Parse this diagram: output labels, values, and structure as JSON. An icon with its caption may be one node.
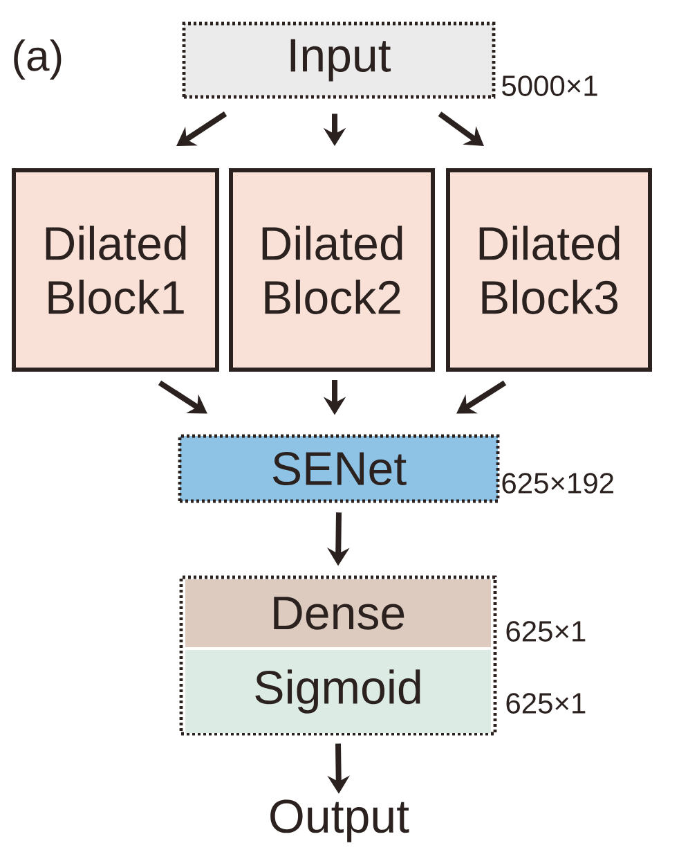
{
  "diagram": {
    "nodes": [
      {
        "text": [
          "Input"
        ],
        "beside": [
          "5000×1"
        ]
      },
      {
        "text": [
          "Dilated Block1"
        ]
      },
      {
        "text": [
          "Dilated Block2"
        ]
      },
      {
        "text": [
          "Dilated Block3"
        ]
      },
      {
        "text": [
          "SENet"
        ],
        "beside": [
          "625×192"
        ]
      },
      {
        "text": [],
        "shape": "box"
      },
      {
        "text": [
          "Dense"
        ],
        "in": 5,
        "beside": [
          "625×1"
        ]
      },
      {
        "text": [
          "Sigmoid"
        ],
        "in": 5,
        "beside": [
          "625×1"
        ]
      },
      {
        "text": [
          "Output"
        ]
      }
    ],
    "edges": [
      {
        "from": 0,
        "to": 1,
        "arrow": "to"
      },
      {
        "from": 0,
        "to": 2,
        "arrow": "to"
      },
      {
        "from": 0,
        "to": 3,
        "arrow": "to"
      },
      {
        "from": 1,
        "to": 4,
        "arrow": "to"
      },
      {
        "from": 2,
        "to": 4,
        "arrow": "to"
      },
      {
        "from": 3,
        "to": 4,
        "arrow": "to"
      },
      {
        "from": 4,
        "to": 5,
        "arrow": "to"
      },
      {
        "from": 5,
        "to": 8,
        "arrow": "to"
      }
    ],
    "labels": [
      "(a)"
    ]
  }
}
